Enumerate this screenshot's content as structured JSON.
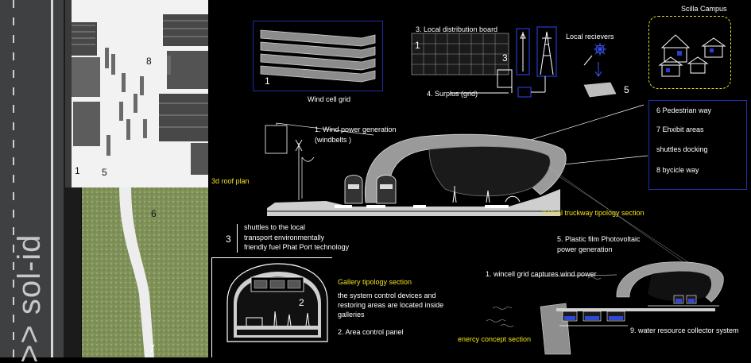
{
  "left_panel": {
    "vertical_label": ">> sol-id",
    "plan_numbers": {
      "n8": "8",
      "n1": "1",
      "n5": "5",
      "n6": "6",
      "n7": "7"
    }
  },
  "wind_cell": {
    "number": "1",
    "title": "Wind cell grid"
  },
  "distribution": {
    "title": "3. Local distribution board",
    "n1": "1",
    "n3": "3",
    "surplus": "4. Surplus (grid)",
    "receivers": "Local recievers",
    "n5": "5"
  },
  "campus": {
    "title": "Scilla Campus"
  },
  "wind_gen": {
    "line1": "1. Wind power generation",
    "line2": "(windbelts )"
  },
  "roof_plan": "3d roof  plan",
  "legend": {
    "items": [
      "6 Pedestrian way",
      "7 Ehxibit areas",
      "shuttles docking",
      "8  bycicle way"
    ]
  },
  "dual_section": "2 Dual truckway tipology section",
  "shuttles": {
    "number": "3",
    "line1": "shuttles to the local",
    "line2": "transport environmentally",
    "line3": "friendly fuel  Phat Port technology"
  },
  "pv": {
    "line1": "5.  Plastic film Photovoltaic",
    "line2": "power generation"
  },
  "gallery": {
    "title": "Gallery tipology section",
    "line1": "the system control devices and",
    "line2": "restoring  areas are located inside",
    "line3": "galleries",
    "panel": "2. Area control panel",
    "number": "2"
  },
  "energy": {
    "wincell": "1. wincell grid  captures wind power",
    "concept": "enercy concept section",
    "water": "9. water resource collector system"
  },
  "colors": {
    "accent_yellow": "#f2e21a",
    "box_blue": "#1f2fa8",
    "campus_dash": "#e6e01f"
  }
}
